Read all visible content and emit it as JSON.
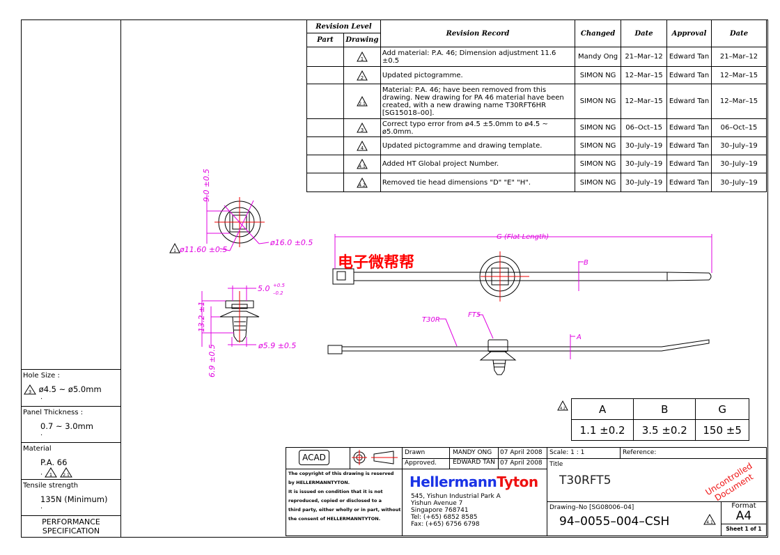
{
  "revision_table": {
    "headers": {
      "revision_level": "Revision Level",
      "part": "Part",
      "drawing": "Drawing",
      "record": "Revision Record",
      "changed": "Changed",
      "date": "Date",
      "approval": "Approval",
      "date2": "Date"
    },
    "rows": [
      {
        "mark": "1",
        "record": "Add material: P.A. 46; Dimension adjustment 11.6 ±0.5",
        "changed": "Mandy Ong",
        "date": "21–Mar–12",
        "approval": "Edward Tan",
        "date2": "21–Mar–12"
      },
      {
        "mark": "2",
        "record": "Updated pictogramme.",
        "changed": "SIMON NG",
        "date": "12–Mar–15",
        "approval": "Edward Tan",
        "date2": "12–Mar–15"
      },
      {
        "mark": "2.1",
        "record": "Material: P.A. 46; have been removed from this drawing. New drawing for PA 46 material have been created, with a new drawing name T30RFT6HR [SG15018–00].",
        "changed": "SIMON NG",
        "date": "12–Mar–15",
        "approval": "Edward Tan",
        "date2": "12–Mar–15"
      },
      {
        "mark": "3",
        "record": "Correct typo error from ø4.5 ±5.0mm to ø4.5 ~ ø5.0mm.",
        "changed": "SIMON NG",
        "date": "06–Oct–15",
        "approval": "Edward Tan",
        "date2": "06–Oct–15"
      },
      {
        "mark": "4",
        "record": "Updated pictogramme and drawing template.",
        "changed": "SIMON NG",
        "date": "30–July–19",
        "approval": "Edward Tan",
        "date2": "30–July–19"
      },
      {
        "mark": "4.1",
        "record": "Added HT Global project Number.",
        "changed": "SIMON NG",
        "date": "30–July–19",
        "approval": "Edward Tan",
        "date2": "30–July–19"
      },
      {
        "mark": "4.2",
        "record": "Removed tie head dimensions \"D\" \"E\" \"H\".",
        "changed": "SIMON NG",
        "date": "30–July–19",
        "approval": "Edward Tan",
        "date2": "30–July–19"
      }
    ]
  },
  "spec": {
    "hole_size_label": "Hole Size :",
    "hole_size_mark": "3",
    "hole_size": "ø4.5 ~ ø5.0mm",
    "panel_label": "Panel Thickness :",
    "panel": "0.7 ~ 3.0mm",
    "material_label": "Material",
    "material": "P.A. 66",
    "material_marks": [
      "1",
      "2.1"
    ],
    "tensile_label": "Tensile strength",
    "tensile": "135N (Minimum)",
    "footer_1": "PERFORMANCE",
    "footer_2": "SPECIFICATION"
  },
  "drawing_labels": {
    "h_9": "9.0 ±0.5",
    "d_11": "ø11.60 ±0.5",
    "d_11_mark": "1",
    "d_16": "ø16.0 ±0.5",
    "w_5": "5.0",
    "w_5_tol_plus": "+0.5",
    "w_5_tol_minus": "–0.2",
    "h_13": "13.2 ±1",
    "h_6": "6.9 ±0.5",
    "d_59": "ø5.9 ±0.5",
    "g": "G (Flat Length)",
    "b": "B",
    "a": "A",
    "t30r": "T30R",
    "ft5": "FT5",
    "watermark": "电子微帮帮"
  },
  "dimension_table": {
    "mark": "4.2",
    "headers": [
      "A",
      "B",
      "G"
    ],
    "values": [
      "1.1 ±0.2",
      "3.5 ±0.2",
      "150 ±5"
    ]
  },
  "title_block": {
    "acad": "ACAD",
    "copyright": [
      "The copyright of this drawing is reserved",
      "by HELLERMANNTYTON.",
      "It is issued on condition that it is not",
      "reproduced, copied or disclosed to a",
      "third party, either wholly or in part, without",
      "the consent of HELLERMANNTYTON."
    ],
    "drawn_label": "Drawn",
    "drawn_by": "MANDY ONG",
    "drawn_date": "07 April 2008",
    "approved_label": "Approved.",
    "approved_by": "EDWARD TAN",
    "approved_date": "07 April 2008",
    "logo_part1": "Hellermann",
    "logo_part2": "Tyton",
    "address": [
      "545, Yishun Industrial Park A",
      "Yishun Avenue 7",
      "Singapore 768741",
      "Tel: (+65) 6852 8585",
      "Fax: (+65) 6756 6798"
    ],
    "scale": "Scale: 1 : 1",
    "reference": "Reference:",
    "title_label": "Title",
    "title": "T30RFT5",
    "stamp_1": "Uncontrolled",
    "stamp_2": "Document",
    "drawing_no_label": "Drawing–No [SG08006–04]",
    "drawing_no": "94–0055–004–CSH",
    "drawing_no_mark": "4.1",
    "format_label": "Format",
    "format": "A4",
    "sheet": "Sheet 1 of 1"
  },
  "colors": {
    "dimension": "#e000e0",
    "centerline": "#ee0000",
    "watermark": "#ff0000",
    "logo_blue": "#1a33e6",
    "logo_red": "#ee1111"
  }
}
